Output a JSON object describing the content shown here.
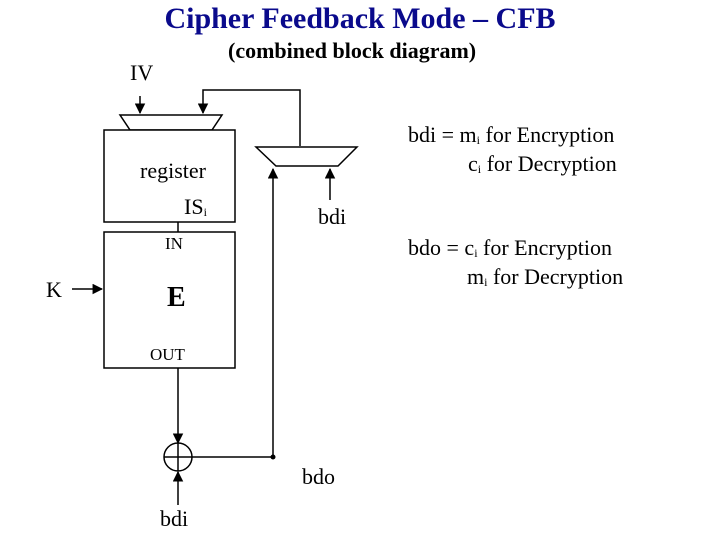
{
  "title": "Cipher Feedback Mode – CFB",
  "subtitle": "(combined block diagram)",
  "labels": {
    "iv": "IV",
    "register": "register",
    "is": "IS",
    "is_sub": "i",
    "in": "IN",
    "k": "K",
    "e": "E",
    "out": "OUT",
    "bdi_mid": "bdi",
    "bdo": "bdo",
    "bdi_bottom": "bdi"
  },
  "notes": {
    "bdi": {
      "prefix": "bdi = ",
      "line1_var": "m",
      "line1_sub": "i",
      "line1_rest": " for Encryption",
      "line2_var": "c",
      "line2_sub": "i",
      "line2_rest": " for Decryption"
    },
    "bdo": {
      "prefix": "bdo = ",
      "line1_var": "c",
      "line1_sub": "i",
      "line1_rest": " for Encryption",
      "line2_var": "m",
      "line2_sub": "i",
      "line2_rest": " for Decryption"
    }
  },
  "colors": {
    "title": "#0a0a8c",
    "lines": "#000000",
    "background": "#ffffff"
  }
}
